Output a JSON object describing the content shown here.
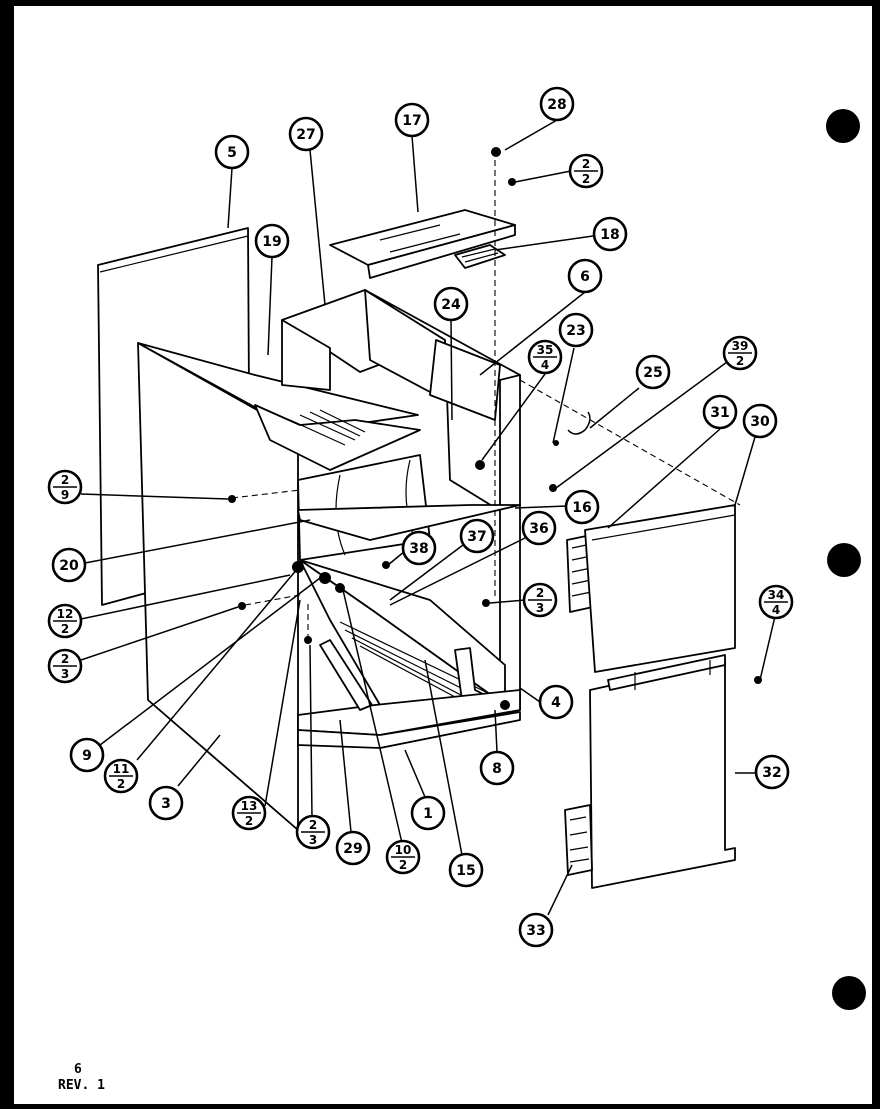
{
  "diagram": {
    "callouts": [
      {
        "id": "c5",
        "label": "5"
      },
      {
        "id": "c27",
        "label": "27"
      },
      {
        "id": "c17",
        "label": "17"
      },
      {
        "id": "c28",
        "label": "28"
      },
      {
        "id": "c2-2",
        "num": "2",
        "den": "2"
      },
      {
        "id": "c18",
        "label": "18"
      },
      {
        "id": "c19",
        "label": "19"
      },
      {
        "id": "c6",
        "label": "6"
      },
      {
        "id": "c24",
        "label": "24"
      },
      {
        "id": "c23",
        "label": "23"
      },
      {
        "id": "c35-4",
        "num": "35",
        "den": "4"
      },
      {
        "id": "c25",
        "label": "25"
      },
      {
        "id": "c39-2",
        "num": "39",
        "den": "2"
      },
      {
        "id": "c31",
        "label": "31"
      },
      {
        "id": "c30",
        "label": "30"
      },
      {
        "id": "c2-9",
        "num": "2",
        "den": "9"
      },
      {
        "id": "c16",
        "label": "16"
      },
      {
        "id": "c20",
        "label": "20"
      },
      {
        "id": "c38",
        "label": "38"
      },
      {
        "id": "c37",
        "label": "37"
      },
      {
        "id": "c36",
        "label": "36"
      },
      {
        "id": "c12-2",
        "num": "12",
        "den": "2"
      },
      {
        "id": "c2-3a",
        "num": "2",
        "den": "3"
      },
      {
        "id": "c2-3b",
        "num": "2",
        "den": "3"
      },
      {
        "id": "c34-4",
        "num": "34",
        "den": "4"
      },
      {
        "id": "c4",
        "label": "4"
      },
      {
        "id": "c9",
        "label": "9"
      },
      {
        "id": "c8",
        "label": "8"
      },
      {
        "id": "c32",
        "label": "32"
      },
      {
        "id": "c11-2",
        "num": "11",
        "den": "2"
      },
      {
        "id": "c3",
        "label": "3"
      },
      {
        "id": "c1",
        "label": "1"
      },
      {
        "id": "c13-2",
        "num": "13",
        "den": "2"
      },
      {
        "id": "c2-3c",
        "num": "2",
        "den": "3"
      },
      {
        "id": "c29",
        "label": "29"
      },
      {
        "id": "c10-2",
        "num": "10",
        "den": "2"
      },
      {
        "id": "c15",
        "label": "15"
      },
      {
        "id": "c33",
        "label": "33"
      }
    ]
  },
  "footer": {
    "page": "6",
    "revision": "REV. 1"
  }
}
